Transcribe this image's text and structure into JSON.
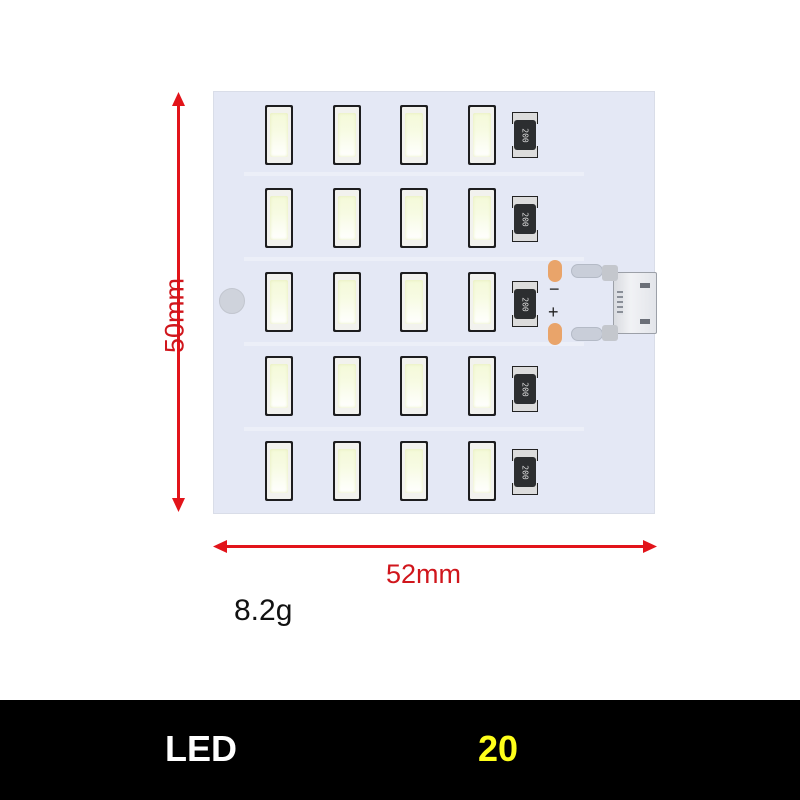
{
  "product": {
    "board": {
      "led_rows": 5,
      "led_cols": 4,
      "resistor_marking": "200",
      "polarity": {
        "minus": "−",
        "plus": "+"
      }
    },
    "dimensions": {
      "height": "50mm",
      "width": "52mm"
    },
    "weight": "8.2g"
  },
  "footer": {
    "label": "LED",
    "value": "20"
  },
  "colors": {
    "dimension_red": "#e2141a",
    "footer_bg": "#000000",
    "footer_label": "#ffffff",
    "footer_value": "#ffff1a",
    "board": "#e4e8f5",
    "pad_copper": "#e9a46a"
  }
}
